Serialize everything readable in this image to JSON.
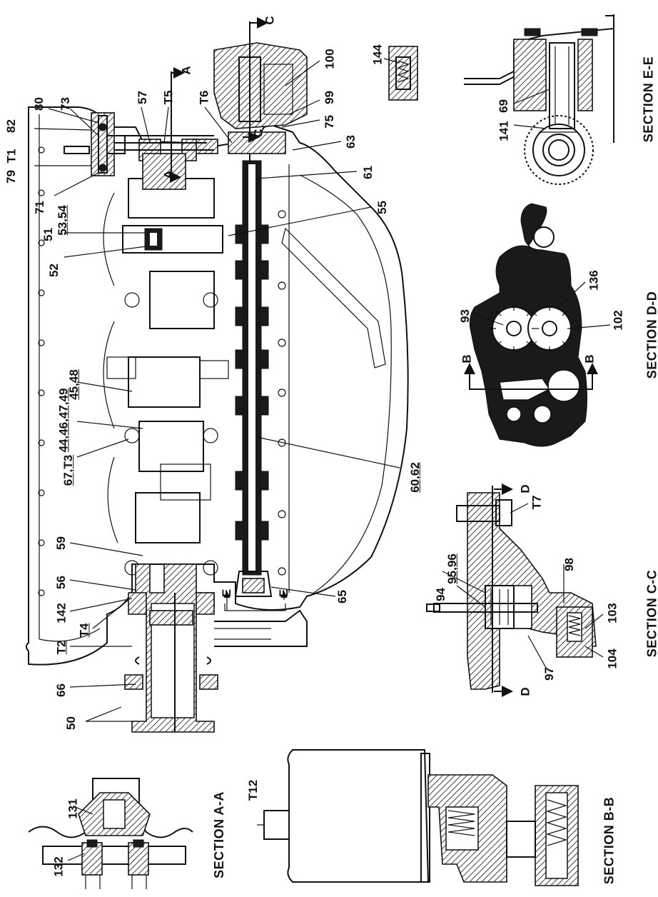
{
  "callouts": {
    "c80": "80",
    "c73": "73",
    "c57": "57",
    "c_T5": "T5",
    "c_T6": "T6",
    "c82": "82",
    "c_T1": "T1",
    "c79": "79",
    "c71": "71",
    "c51": "51",
    "c53_54": "53,54",
    "c52": "52",
    "c45_48": "45,48",
    "c44_49": "44,46,47,49",
    "c67_T3": "67,T3",
    "c59": "59",
    "c56": "56",
    "c142": "142",
    "c_T4": "T4",
    "c_T2": "T2",
    "c66": "66",
    "c50": "50",
    "c100": "100",
    "c99": "99",
    "c75": "75",
    "c63": "63",
    "c61": "61",
    "c55": "55",
    "c60_62": "60,62",
    "c65": "65",
    "c144": "144",
    "c69": "69",
    "c141": "141",
    "c93": "93",
    "c136": "136",
    "c102": "102",
    "c_T7": "T7",
    "c95_96": "95,96",
    "c94": "94",
    "c98": "98",
    "c97": "97",
    "c103": "103",
    "c104": "104",
    "c_T12": "T12",
    "c131": "131",
    "c132": "132"
  },
  "cut_marks": {
    "a_top": "A",
    "a_bottom": "A",
    "c_top": "C",
    "c_bottom": "C",
    "e_left": "E",
    "e_right": "E",
    "b_left": "B",
    "b_right": "B",
    "d_top": "D",
    "d_bottom": "D"
  },
  "section_titles": {
    "ee": "SECTION E-E",
    "dd": "SECTION D-D",
    "cc": "SECTION C-C",
    "bb": "SECTION B-B",
    "aa": "SECTION A-A"
  }
}
